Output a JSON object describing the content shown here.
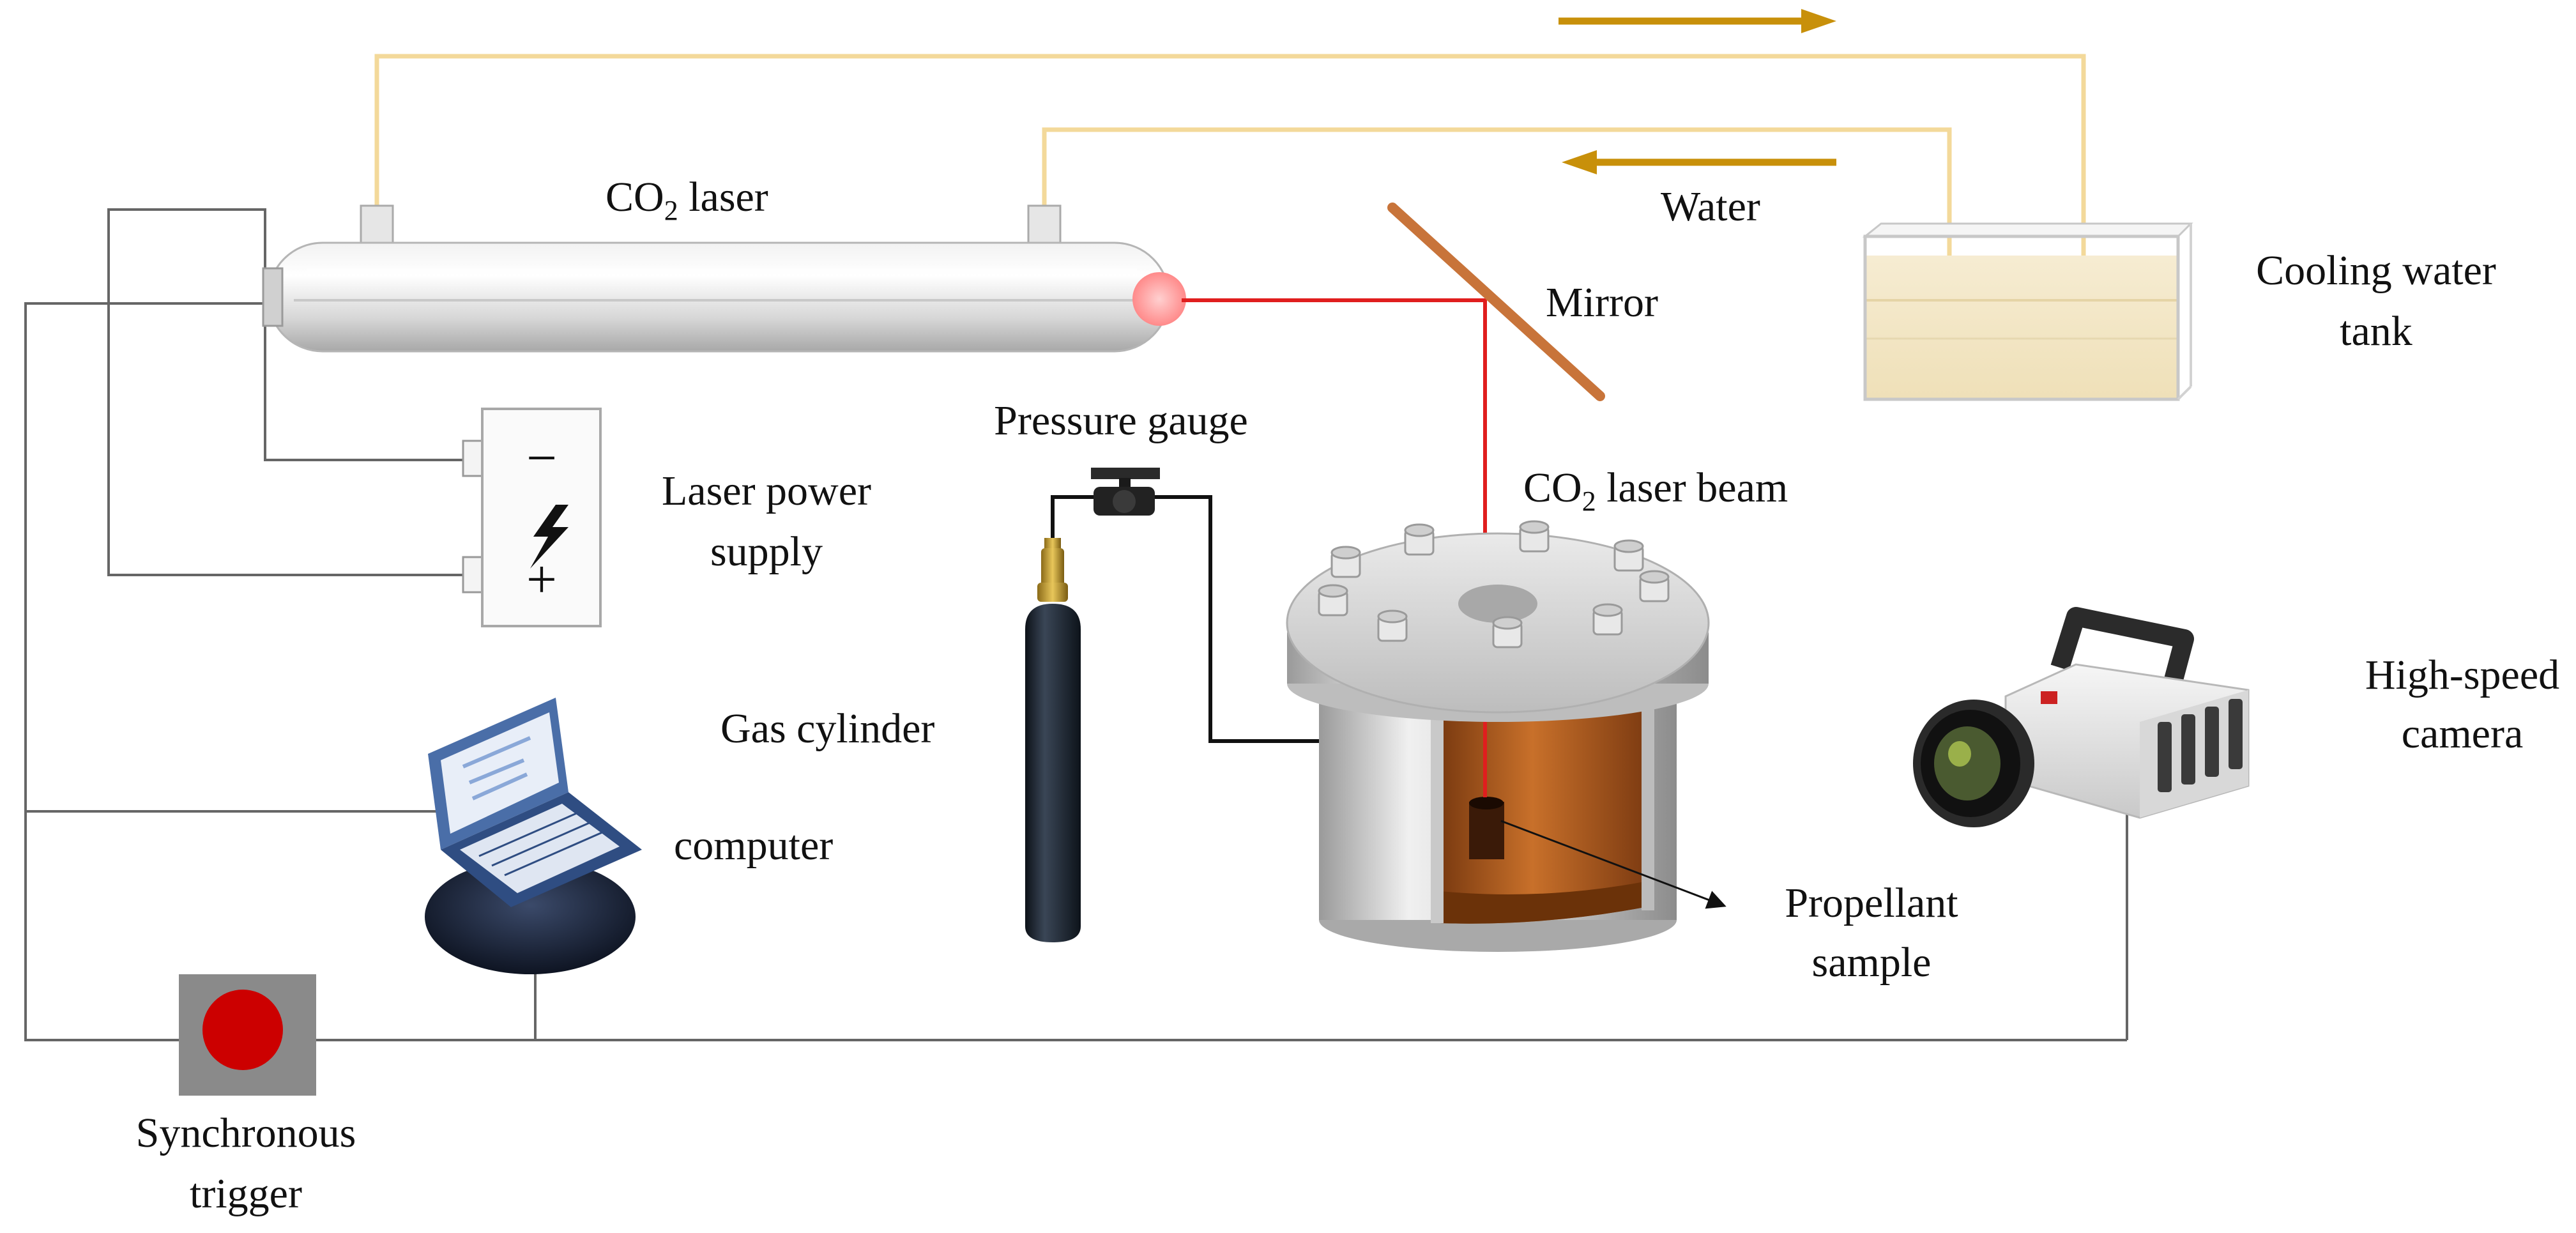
{
  "labels": {
    "co2_laser": "CO",
    "co2_laser_suffix": " laser",
    "water": "Water",
    "cooling_tank_line1": "Cooling water",
    "cooling_tank_line2": "tank",
    "mirror": "Mirror",
    "pressure_gauge": "Pressure gauge",
    "laser_beam": "CO",
    "laser_beam_suffix": " laser beam",
    "subscript_2": "2",
    "laser_power_line1": "Laser power",
    "laser_power_line2": "supply",
    "gas_cylinder": "Gas cylinder",
    "high_speed_line1": "High-speed",
    "high_speed_line2": "camera",
    "computer": "computer",
    "propellant_line1": "Propellant",
    "propellant_line2": "sample",
    "trigger_line1": "Synchronous",
    "trigger_line2": "trigger",
    "battery_minus": "−",
    "battery_plus": "+"
  },
  "colors": {
    "water_pipe": "#f3d99a",
    "water_arrow": "#c8900a",
    "laser_beam": "#e01e1e",
    "mirror": "#c8743a",
    "wire": "#666666",
    "trigger_button": "#cc0000",
    "trigger_box": "#8a8a8a",
    "cylinder": "#1d2530",
    "chamber_inner": "#b05a1c"
  }
}
